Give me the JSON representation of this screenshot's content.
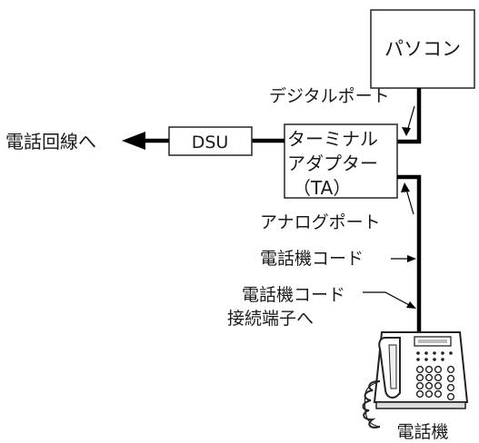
{
  "labels": {
    "pc": "パソコン",
    "digital_port": "デジタルポート",
    "phone_line": "電話回線へ",
    "dsu": "DSU",
    "ta_line1": "ターミナル",
    "ta_line2": "アダプター",
    "ta_line3": "（TA）",
    "analog_port": "アナログポート",
    "phone_cord": "電話機コード",
    "phone_cord_terminal_line1": "電話機コード",
    "phone_cord_terminal_line2": "接続端子へ",
    "telephone": "電話機"
  },
  "icons": {
    "telephone": "desk-telephone-icon"
  }
}
